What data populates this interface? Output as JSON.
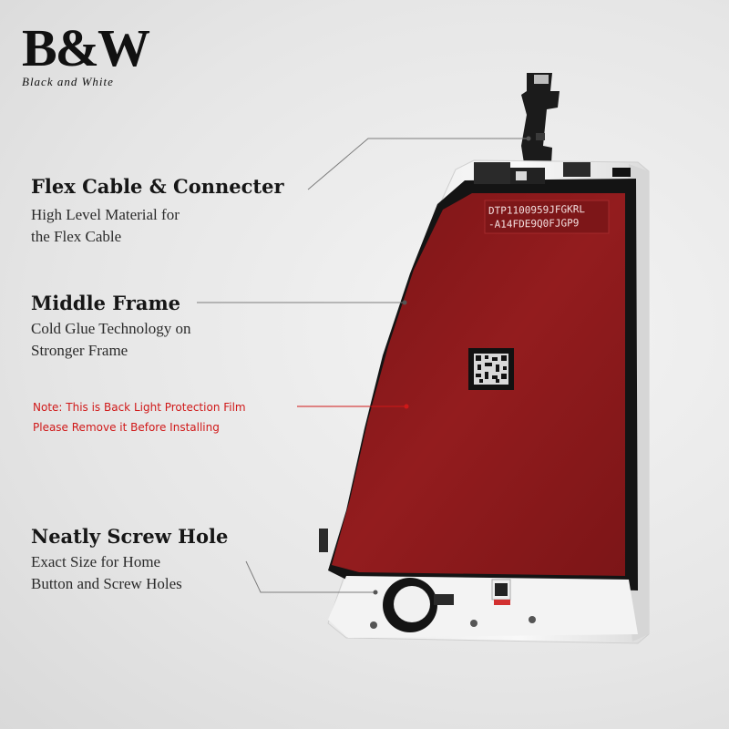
{
  "brand": {
    "logo_text": "B&W",
    "tagline": "Black and White"
  },
  "callouts": {
    "flex": {
      "title": "Flex Cable & Connecter",
      "desc_line1": "High Level Material for",
      "desc_line2": "the Flex Cable"
    },
    "frame": {
      "title": "Middle Frame",
      "desc_line1": "Cold Glue Technology on",
      "desc_line2": "Stronger Frame"
    },
    "note": {
      "line1": "Note: This is Back Light Protection Film",
      "line2": "Please Remove it Before Installing"
    },
    "screw": {
      "title": "Neatly Screw Hole",
      "desc_line1": "Exact Size for Home",
      "desc_line2": "Button and Screw Holes"
    }
  },
  "panel": {
    "label_line1": "DTP1100959JFGKRL",
    "label_line2": "-A14FDE9Q0FJGP9"
  },
  "colors": {
    "film": "#8e1a1c",
    "frame": "#f6f6f6",
    "note": "#d01818"
  }
}
